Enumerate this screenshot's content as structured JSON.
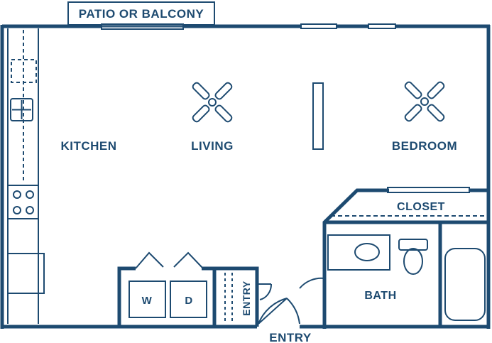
{
  "colors": {
    "wall": "#1d4a70",
    "background": "#ffffff"
  },
  "labels": {
    "patio": "PATIO OR BALCONY",
    "kitchen": "KITCHEN",
    "living": "LIVING",
    "bedroom": "BEDROOM",
    "closet": "CLOSET",
    "bath": "BATH",
    "entry_vertical": "ENTRY",
    "entry_bottom": "ENTRY",
    "washer": "W",
    "dryer": "D"
  },
  "icons": [
    "ceiling-fan-icon",
    "stove-icon",
    "sink-icon",
    "toilet-icon",
    "bathtub-icon",
    "refrigerator-icon"
  ]
}
